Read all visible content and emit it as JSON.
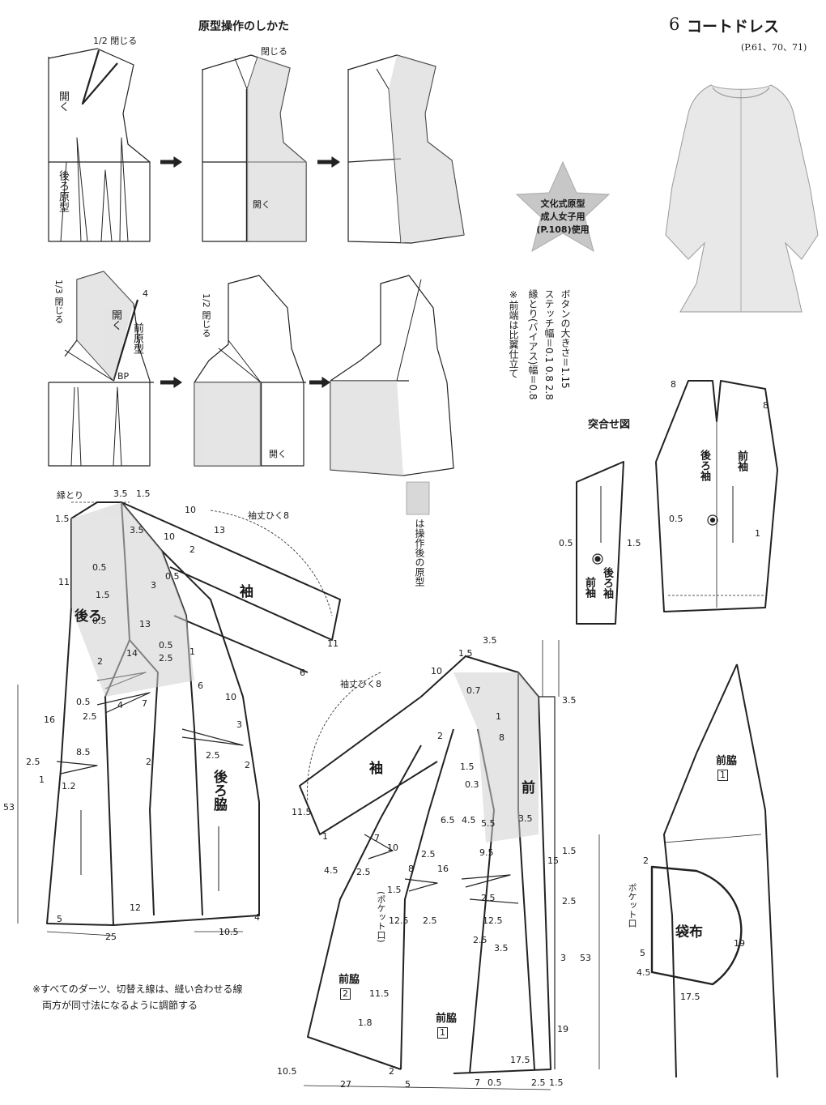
{
  "header": {
    "section_title": "原型操作のしかた",
    "number": "6",
    "title": "コートドレス",
    "page_refs": "(P.61、70、71)"
  },
  "star_badge": {
    "line1": "文化式原型",
    "line2": "成人女子用",
    "line3": "(P.108)使用"
  },
  "notes": {
    "button_size": "ボタンの大きさ＝1.15",
    "stitch_width": "ステッチ幅＝0.1 0.8 2.8",
    "bias_width": "縁とり(バイアス)幅＝0.8",
    "front_edge": "※前端は比翼仕立て"
  },
  "legend": {
    "text": "は操作後の原型"
  },
  "sleeve_match": {
    "title": "突合せ図"
  },
  "footnote": {
    "line1": "※すべてのダーツ、切替え線は、縫い合わせる線",
    "line2": "両方が同寸法になるように調節する"
  },
  "diagram_back": {
    "close_half": "1/2 閉じる",
    "close": "閉じる",
    "open": "開く",
    "back_block": "後ろ原型",
    "open_line": "開く"
  },
  "diagram_front": {
    "close_third": "1/3 閉じる",
    "close_half": "1/2 閉じる",
    "open": "開く",
    "front_block": "前原型",
    "bp": "BP",
    "open_line": "開く",
    "four": "4"
  },
  "back_pattern": {
    "bias_trim": "縁とり",
    "back": "後ろ",
    "back_side": "後ろ脇",
    "sleeve": "袖",
    "sleeve_length": "袖丈ひく8",
    "numbers": [
      "3.5",
      "1.5",
      "1.5",
      "3.5",
      "10",
      "13",
      "10",
      "2",
      "0.5",
      "0.5",
      "11",
      "1.5",
      "3",
      "0.5",
      "13",
      "0.5",
      "2.5",
      "14",
      "2",
      "1",
      "6",
      "0.5",
      "2.5",
      "7",
      "4",
      "10",
      "3",
      "16",
      "8.5",
      "2.5",
      "2",
      "1.2",
      "1",
      "2.5",
      "2",
      "53",
      "12",
      "5",
      "25",
      "10.5",
      "4",
      "11",
      "6"
    ]
  },
  "front_pattern": {
    "sleeve": "袖",
    "sleeve_length": "袖丈ひく8",
    "front": "前",
    "pocket_opening": "(ポケット口)",
    "front_side2": "前脇",
    "front_side2_num": "2",
    "front_side1": "前脇",
    "front_side1_num": "1",
    "numbers": [
      "1.5",
      "3.5",
      "10",
      "0.7",
      "3.5",
      "1",
      "8",
      "2",
      "1.5",
      "0.3",
      "6.5",
      "4.5",
      "5.5",
      "3.5",
      "11.5",
      "1",
      "7",
      "10",
      "9.5",
      "2.5",
      "4.5",
      "2.5",
      "1.5",
      "8",
      "16",
      "2.5",
      "12.5",
      "2.5",
      "12.5",
      "2.5",
      "15",
      "1.5",
      "2.5",
      "3.5",
      "3",
      "53",
      "11.5",
      "1.8",
      "19",
      "10.5",
      "2",
      "7",
      "17.5",
      "1.5",
      "27",
      "2.5",
      "0.5",
      "5"
    ]
  },
  "sleeve_pieces": {
    "back_sleeve": "後ろ袖",
    "front_sleeve": "前袖",
    "small_back": "後ろ袖",
    "small_front": "前袖",
    "n8a": "8",
    "n8b": "8",
    "n05a": "0.5",
    "n05b": "0.5",
    "n1": "1",
    "n15": "1.5"
  },
  "pocket_piece": {
    "front_side": "前脇",
    "front_side_num": "1",
    "pocket_opening": "ポケット口",
    "pocket_cloth": "袋布",
    "n2": "2",
    "n5": "5",
    "n45": "4.5",
    "n19": "19",
    "n175": "17.5"
  }
}
